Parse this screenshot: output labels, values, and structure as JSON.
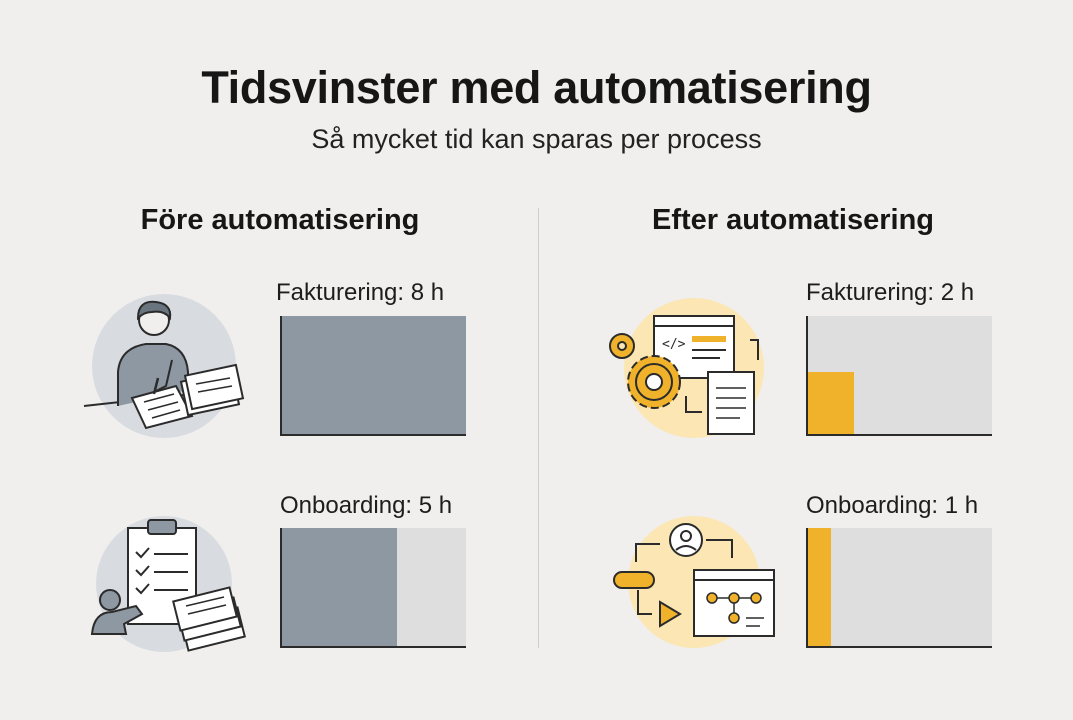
{
  "title": "Tidsvinster med automatisering",
  "subtitle": "Så mycket tid kan sparas per process",
  "colors": {
    "before": "#8e98a3",
    "after": "#efb22a",
    "track": "#dedede"
  },
  "icons": {
    "before_invoice": "person-with-papers-icon",
    "before_onboarding": "clipboard-checklist-icon",
    "after_invoice": "gear-code-document-icon",
    "after_onboarding": "user-workflow-icon"
  },
  "chart_data": {
    "type": "bar",
    "max_value": 8,
    "unit": "h",
    "groups": [
      {
        "heading": "Före automatisering",
        "items": [
          {
            "label": "Fakturering: 8 h",
            "process": "Fakturering",
            "value": 8
          },
          {
            "label": "Onboarding: 5 h",
            "process": "Onboarding",
            "value": 5
          }
        ]
      },
      {
        "heading": "Efter automatisering",
        "items": [
          {
            "label": "Fakturering: 2 h",
            "process": "Fakturering",
            "value": 2
          },
          {
            "label": "Onboarding: 1 h",
            "process": "Onboarding",
            "value": 1
          }
        ]
      }
    ]
  }
}
